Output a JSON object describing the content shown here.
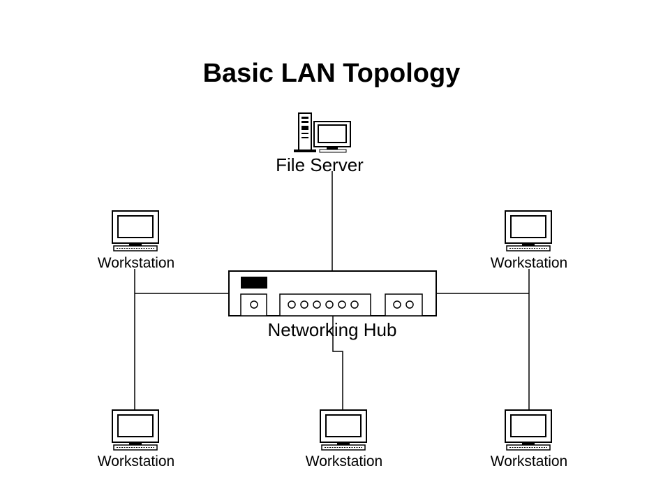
{
  "title": "Basic LAN Topology",
  "nodes": {
    "file_server": "File Server",
    "hub": "Networking Hub",
    "ws_top_left": "Workstation",
    "ws_top_right": "Workstation",
    "ws_bottom_left": "Workstation",
    "ws_bottom_center": "Workstation",
    "ws_bottom_right": "Workstation"
  },
  "icons": {
    "server": "server-tower-icon",
    "monitor": "monitor-icon",
    "workstation": "workstation-computer-icon",
    "hub": "network-hub-icon"
  },
  "colors": {
    "line": "#000000",
    "background": "#ffffff"
  }
}
